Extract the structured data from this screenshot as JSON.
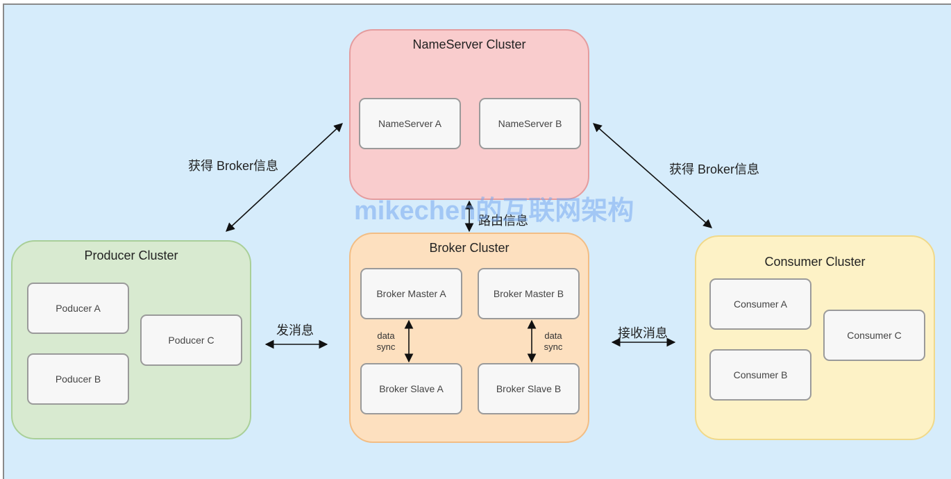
{
  "nameserver": {
    "title": "NameServer Cluster",
    "nodes": [
      "NameServer A",
      "NameServer B"
    ]
  },
  "producer": {
    "title": "Producer Cluster",
    "nodes": [
      "Poducer A",
      "Poducer B",
      "Poducer C"
    ]
  },
  "broker": {
    "title": "Broker Cluster",
    "masters": [
      "Broker Master A",
      "Broker Master B"
    ],
    "slaves": [
      "Broker Slave A",
      "Broker Slave B"
    ],
    "sync_line1": "data",
    "sync_line2": "sync"
  },
  "consumer": {
    "title": "Consumer Cluster",
    "nodes": [
      "Consumer A",
      "Consumer  B",
      "Consumer C"
    ]
  },
  "edges": {
    "producer_nameserver": "获得 Broker信息",
    "consumer_nameserver": "获得 Broker信息",
    "broker_nameserver": "路由信息",
    "producer_broker": "发消息",
    "broker_consumer": "接收消息"
  },
  "watermark": "mikechen的互联网架构"
}
